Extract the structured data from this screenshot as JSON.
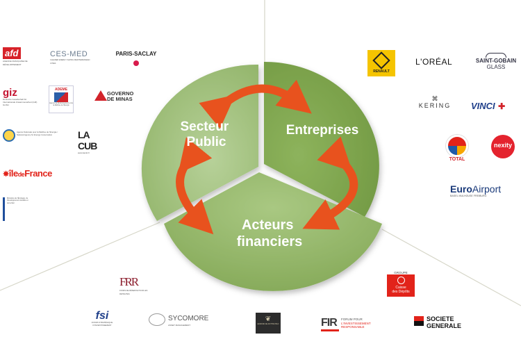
{
  "diagram": {
    "segments": [
      {
        "id": "public",
        "lines": [
          "Secteur",
          "Public"
        ],
        "color": "#9fbe7a"
      },
      {
        "id": "entreprises",
        "lines": [
          "Entreprises"
        ],
        "color": "#7fa351"
      },
      {
        "id": "financiers",
        "lines": [
          "Acteurs",
          "financiers"
        ],
        "color": "#95b86a"
      }
    ],
    "arrow_color": "#e8521e"
  },
  "logos": {
    "public": {
      "afd": {
        "mark": "afd",
        "sub": "AGENCE FRANÇAISE DE DÉVELOPPEMENT"
      },
      "cesmed": {
        "name": "CES-MED",
        "sub": "CLEANER ENERGY SAVING MEDITERRANEAN CITIES"
      },
      "saclay": {
        "name": "PARIS-SACLAY"
      },
      "giz": {
        "mark": "giz",
        "sub": "Deutsche Gesellschaft für Internationale Zusammenarbeit (GIZ) GmbH"
      },
      "ademe": {
        "name": "ADEME",
        "sub": "Agence de l'Environnement et de la Maîtrise de l'Énergie"
      },
      "minas": {
        "name1": "GOVERNO",
        "name2": "DE MINAS"
      },
      "anme": {
        "sub": "Agence Nationale pour la Maîtrise de l'Energie / National Agency for Energy Conservation"
      },
      "lacub": {
        "name": "LA CUB",
        "sub": "www.lacub.fr"
      },
      "idf": {
        "part1": "île",
        "part2": "de",
        "part3": "France"
      },
      "ministere": {
        "sub": "Ministère de l'Écologie, du Développement durable et de la Mer"
      }
    },
    "entreprises": {
      "renault": {
        "name": "RENAULT"
      },
      "loreal": {
        "name": "L'ORÉAL"
      },
      "saintgobain": {
        "name1": "SAINT-GOBAIN",
        "name2": "GLASS"
      },
      "kering": {
        "name": "KERING"
      },
      "vinci": {
        "name": "VINCI"
      },
      "total": {
        "name": "TOTAL"
      },
      "nexity": {
        "name": "nexity"
      },
      "euroairport": {
        "name1": "Euro",
        "name2": "Airport",
        "sub": "BASEL MULHOUSE FREIBURG"
      }
    },
    "financiers": {
      "frr": {
        "mark": "FRR",
        "sub": "FONDS DE RÉSERVE POUR LES RETRAITES"
      },
      "caisse": {
        "groupe": "GROUPE",
        "name1": "Caisse",
        "name2": "des Dépôts"
      },
      "fsi": {
        "mark": "fsi",
        "sub": "FONDS STRATÉGIQUE D'INVESTISSEMENT"
      },
      "sycomore": {
        "name": "SYCOMORE",
        "sub": "ASSET MANAGEMENT"
      },
      "rothschild": {
        "sub": "EDMOND DE ROTHSCHILD"
      },
      "fir": {
        "mark": "FIR",
        "sub1": "FORUM POUR",
        "sub2": "L'INVESTISSEMENT",
        "sub3": "RESPONSABLE"
      },
      "sg": {
        "name1": "SOCIETE",
        "name2": "GENERALE"
      }
    }
  }
}
